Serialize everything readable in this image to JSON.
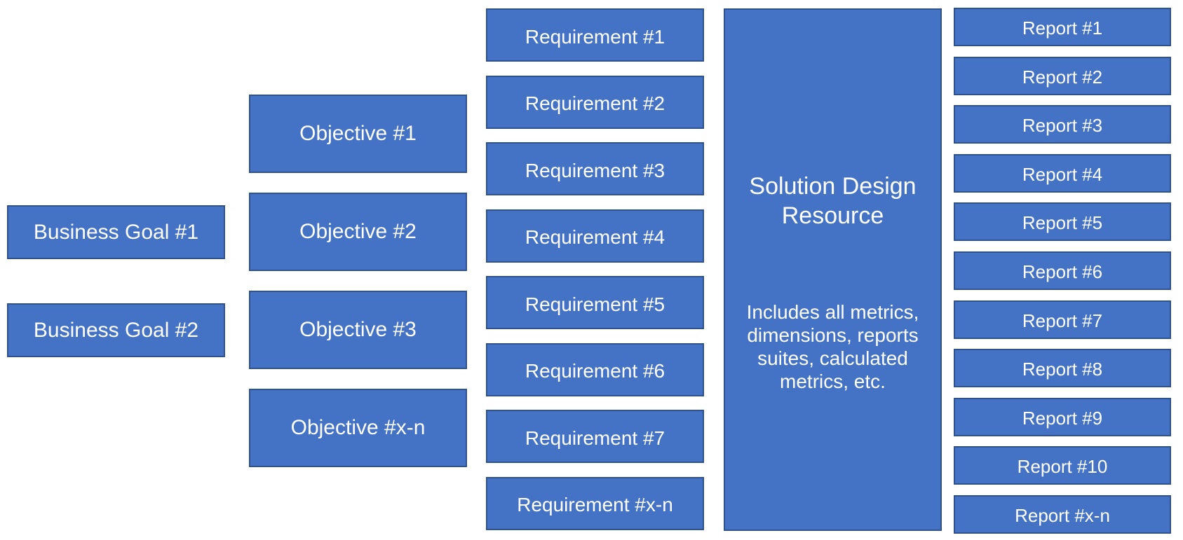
{
  "background_color": "#FFFFFF",
  "colors": {
    "box_fill": "#4472C4",
    "box_border": "#2F528F",
    "box_text": "#FFFFFF"
  },
  "business_goals": [
    "Business Goal #1",
    "Business Goal #2"
  ],
  "objectives": [
    "Objective #1",
    "Objective #2",
    "Objective #3",
    "Objective #x-n"
  ],
  "requirements": [
    "Requirement #1",
    "Requirement #2",
    "Requirement #3",
    "Requirement #4",
    "Requirement #5",
    "Requirement #6",
    "Requirement #7",
    "Requirement #x-n"
  ],
  "solution_design_resource": {
    "title": "Solution Design\nResource",
    "description": "Includes all metrics,\ndimensions, reports\nsuites, calculated\nmetrics, etc."
  },
  "reports": [
    "Report #1",
    "Report #2",
    "Report #3",
    "Report #4",
    "Report #5",
    "Report #6",
    "Report #7",
    "Report #8",
    "Report #9",
    "Report #10",
    "Report #x-n"
  ]
}
